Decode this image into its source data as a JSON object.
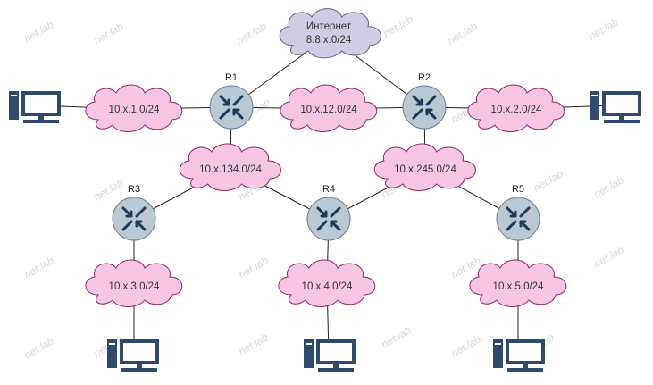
{
  "watermark": "net.lab",
  "colors": {
    "cloud_fill": "#f7c6e5",
    "cloud_stroke": "#8a2a6a",
    "internet_fill": "#cfcce3",
    "internet_stroke": "#6a6590",
    "router_fill": "#b9c8d3",
    "router_stroke": "#6a7f90",
    "router_arrows": "#1c3a55",
    "link": "#222222",
    "host": "#2f4a6b"
  },
  "internet": {
    "name": "Интернет",
    "prefix": "8.8.x.0/24"
  },
  "routers": [
    {
      "id": "r1",
      "label": "R1"
    },
    {
      "id": "r2",
      "label": "R2"
    },
    {
      "id": "r3",
      "label": "R3"
    },
    {
      "id": "r4",
      "label": "R4"
    },
    {
      "id": "r5",
      "label": "R5"
    }
  ],
  "networks": [
    {
      "id": "n1",
      "label": "10.x.1.0/24"
    },
    {
      "id": "n12",
      "label": "10.x.12.0/24"
    },
    {
      "id": "n2",
      "label": "10.x.2.0/24"
    },
    {
      "id": "n134",
      "label": "10.x.134.0/24"
    },
    {
      "id": "n245",
      "label": "10.x.245.0/24"
    },
    {
      "id": "n3",
      "label": "10.x.3.0/24"
    },
    {
      "id": "n4",
      "label": "10.x.4.0/24"
    },
    {
      "id": "n5",
      "label": "10.x.5.0/24"
    }
  ],
  "hosts": [
    {
      "id": "pc1",
      "icon": "computer-icon"
    },
    {
      "id": "pc2",
      "icon": "computer-icon"
    },
    {
      "id": "pc3",
      "icon": "computer-icon"
    },
    {
      "id": "pc4",
      "icon": "computer-icon"
    },
    {
      "id": "pc5",
      "icon": "computer-icon"
    }
  ],
  "links": [
    [
      "pc1",
      "n1"
    ],
    [
      "n1",
      "r1"
    ],
    [
      "r1",
      "n12"
    ],
    [
      "n12",
      "r2"
    ],
    [
      "r2",
      "n2"
    ],
    [
      "n2",
      "pc2"
    ],
    [
      "r1",
      "internet"
    ],
    [
      "r2",
      "internet"
    ],
    [
      "r1",
      "n134"
    ],
    [
      "n134",
      "r3"
    ],
    [
      "n134",
      "r4"
    ],
    [
      "r2",
      "n245"
    ],
    [
      "n245",
      "r4"
    ],
    [
      "n245",
      "r5"
    ],
    [
      "r3",
      "n3"
    ],
    [
      "n3",
      "pc3"
    ],
    [
      "r4",
      "n4"
    ],
    [
      "n4",
      "pc4"
    ],
    [
      "r5",
      "n5"
    ],
    [
      "n5",
      "pc5"
    ]
  ]
}
